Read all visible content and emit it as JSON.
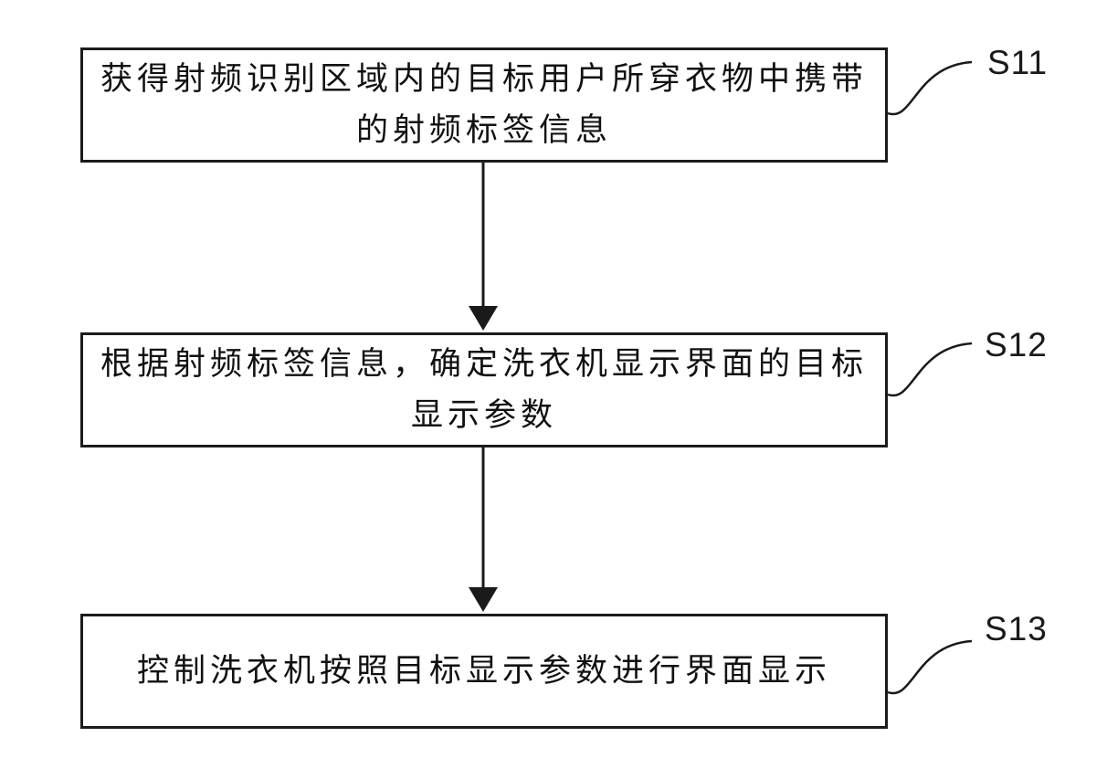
{
  "figure": {
    "type": "flowchart",
    "background_color": "#ffffff",
    "line_color": "#1a1a1a",
    "box_border_color": "#1b1b1b"
  },
  "steps": [
    {
      "label": "S11",
      "text": "获得射频识别区域内的目标用户所穿衣物中携带的射频标签信息"
    },
    {
      "label": "S12",
      "text": "根据射频标签信息，确定洗衣机显示界面的目标显示参数"
    },
    {
      "label": "S13",
      "text": "控制洗衣机按照目标显示参数进行界面显示"
    }
  ],
  "connections": [
    {
      "from": "S11",
      "to": "S12"
    },
    {
      "from": "S12",
      "to": "S13"
    }
  ]
}
